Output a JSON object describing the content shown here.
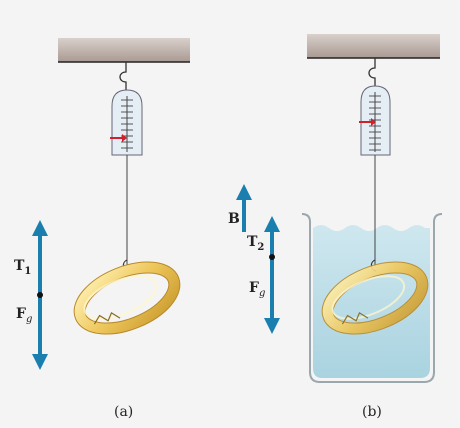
{
  "panels": [
    {
      "caption": "(a)",
      "labels": {
        "tension": "T",
        "tension_sub": "1",
        "gravity": "F",
        "gravity_sub": "g"
      }
    },
    {
      "caption": "(b)",
      "labels": {
        "buoyant": "B",
        "tension": "T",
        "tension_sub": "2",
        "gravity": "F",
        "gravity_sub": "g"
      }
    }
  ],
  "colors": {
    "ceiling": "#bdb1ab",
    "arrow": "#1a7fae",
    "pointer": "#d21f2a",
    "water": "#bfe0ea",
    "ring": "#f2d36a",
    "spring_scale": "#e6eef5"
  }
}
